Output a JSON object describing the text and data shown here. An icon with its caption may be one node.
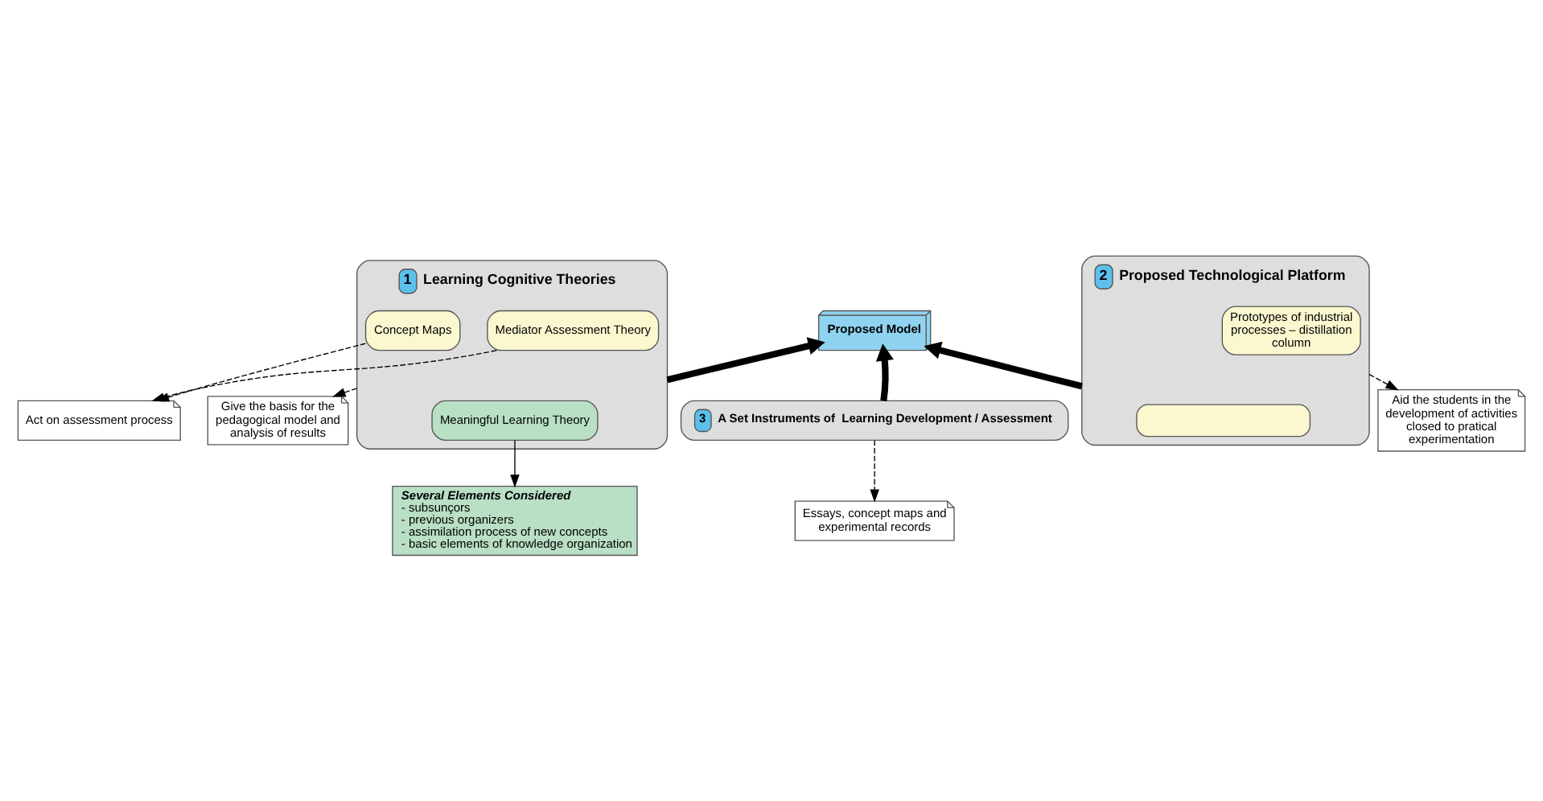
{
  "diagram": {
    "nodes": [
      {
        "text": [
          "Proposed Model"
        ]
      },
      {
        "text": [
          "Learning Cognitive Theories"
        ],
        "beside": [
          "1"
        ]
      },
      {
        "text": [
          "Meaningful Learning Theory"
        ],
        "in": 1
      },
      {
        "text": [
          "Concept Maps"
        ],
        "in": 1
      },
      {
        "text": [
          "Mediator Assessment Theory"
        ],
        "in": 1
      },
      {
        "text": [
          "Act on assessment process"
        ]
      },
      {
        "text": [
          "Give the basis for the pedagogical model and analysis of results"
        ]
      },
      {
        "text": [
          "Several Elements Considered",
          "- subsunçors",
          "- previous organizers",
          "- assimilation process of new concepts",
          "- basic elements of knowledge organization"
        ]
      },
      {
        "text": [
          "Proposed Technological Platform"
        ],
        "beside": [
          "2"
        ]
      },
      {
        "text": [],
        "shape": "box",
        "in": 8
      },
      {
        "text": [
          "Prototypes of industrial processes – distillation column"
        ],
        "in": 8
      },
      {
        "text": [
          "Aid the students in the development of activities closed to pratical experimentation"
        ]
      },
      {
        "text": [
          "3",
          "A Set Instruments of  Learning Development / Assessment"
        ]
      },
      {
        "text": [
          "Essays, concept maps and experimental records"
        ]
      }
    ],
    "edges": [
      {
        "from": 1,
        "to": 0,
        "arrow": "to",
        "style": "thick"
      },
      {
        "from": 8,
        "to": 0,
        "arrow": "to",
        "style": "thick"
      },
      {
        "from": 12,
        "to": 0,
        "arrow": "to",
        "style": "thick"
      },
      {
        "from": 3,
        "to": 5,
        "arrow": "to",
        "style": "dashed"
      },
      {
        "from": 4,
        "to": 5,
        "arrow": "to",
        "style": "dashed"
      },
      {
        "from": 1,
        "to": 6,
        "arrow": "to",
        "style": "dashed"
      },
      {
        "from": 2,
        "to": 7,
        "arrow": "to"
      },
      {
        "from": 8,
        "to": 11,
        "arrow": "to",
        "style": "dashed"
      },
      {
        "from": 12,
        "to": 13,
        "arrow": "to",
        "style": "dashed"
      }
    ]
  }
}
